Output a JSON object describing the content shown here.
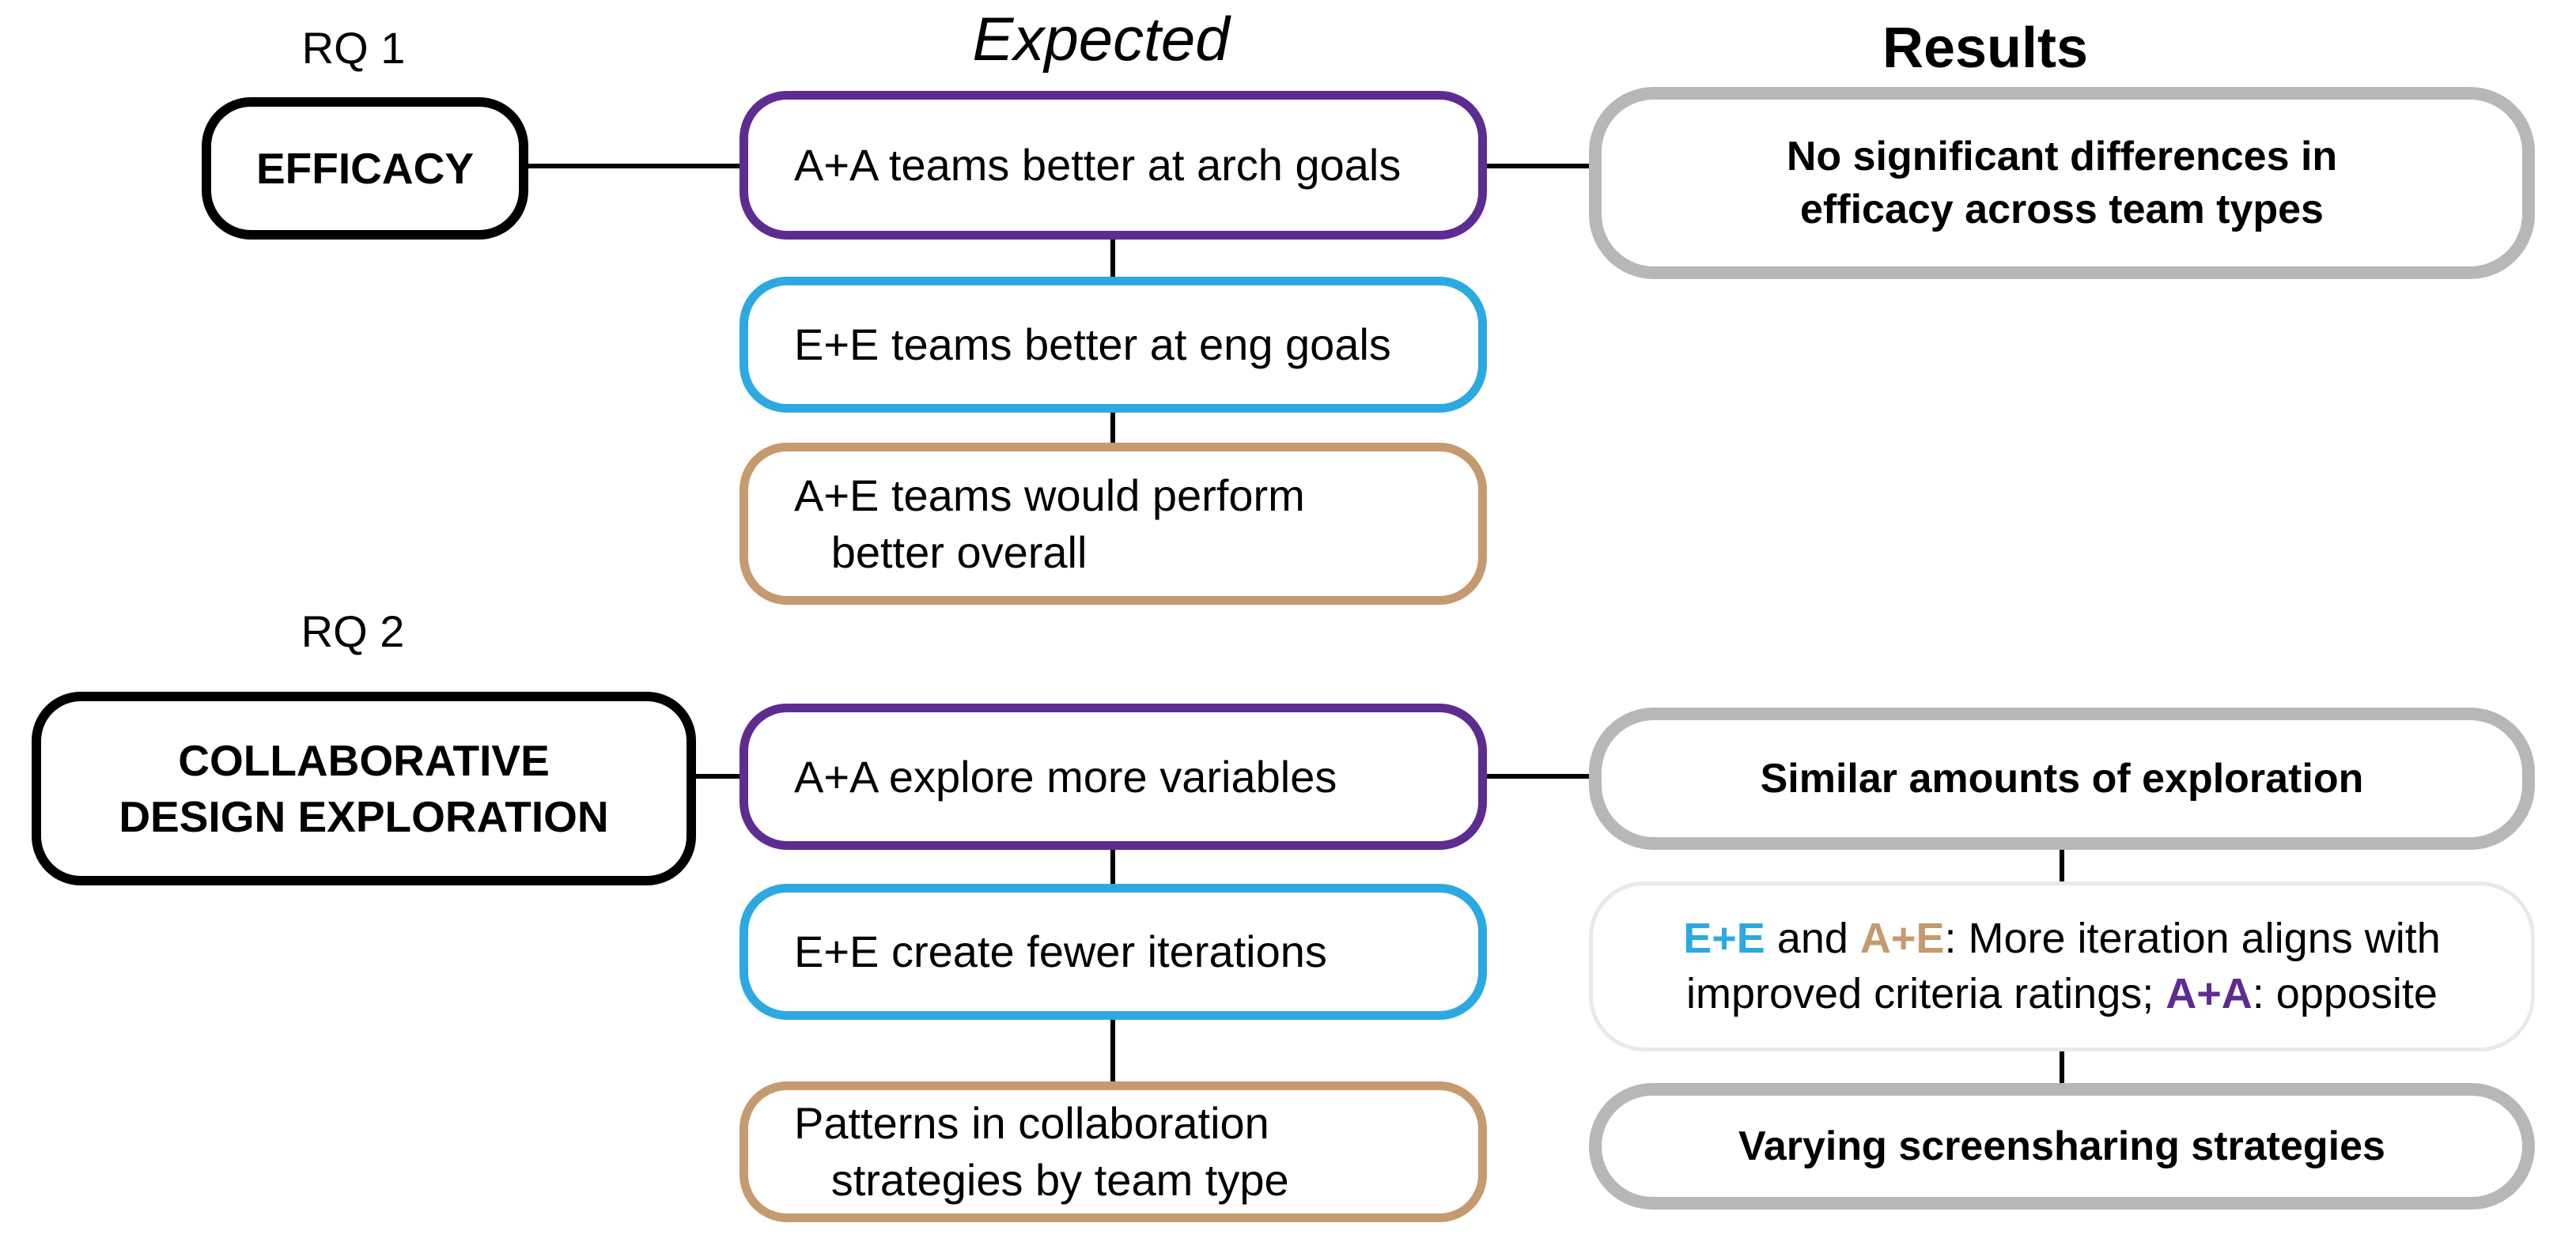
{
  "diagram": {
    "headers": {
      "expected": "Expected",
      "results": "Results"
    },
    "colors": {
      "purple": "#5E2C91",
      "blue": "#2CA9E1",
      "tan": "#C49A6E",
      "gray_border": "#B7B7B7",
      "light_border": "#E9E9E9",
      "connector": "#000000",
      "topic_border": "#000000"
    },
    "rq1": {
      "label": "RQ 1",
      "topic": "EFFICACY",
      "expected": [
        {
          "text": "A+A teams better at arch goals",
          "border_color": "#5E2C91"
        },
        {
          "text": "E+E teams better at eng goals",
          "border_color": "#2CA9E1"
        },
        {
          "text": "A+E teams would perform\n   better overall",
          "border_color": "#C49A6E"
        }
      ],
      "result": "No significant differences in\nefficacy across team types"
    },
    "rq2": {
      "label": "RQ 2",
      "topic": "COLLABORATIVE\nDESIGN EXPLORATION",
      "expected": [
        {
          "text": "A+A explore more variables",
          "border_color": "#5E2C91"
        },
        {
          "text": "E+E create fewer iterations",
          "border_color": "#2CA9E1"
        },
        {
          "text": "Patterns in collaboration\n   strategies by team type",
          "border_color": "#C49A6E"
        }
      ],
      "results": {
        "exploration": "Similar amounts of exploration",
        "iteration_segments": [
          {
            "text": "E+E",
            "color": "#2CA9E1",
            "bold": true
          },
          {
            "text": " and ",
            "color": "#000000",
            "bold": false
          },
          {
            "text": "A+E",
            "color": "#C49A6E",
            "bold": true
          },
          {
            "text": ": More iteration aligns with improved criteria ratings; ",
            "color": "#000000",
            "bold": false
          },
          {
            "text": "A+A",
            "color": "#5E2C91",
            "bold": true
          },
          {
            "text": ": opposite",
            "color": "#000000",
            "bold": false
          }
        ],
        "screensharing": "Varying screensharing strategies"
      }
    }
  }
}
